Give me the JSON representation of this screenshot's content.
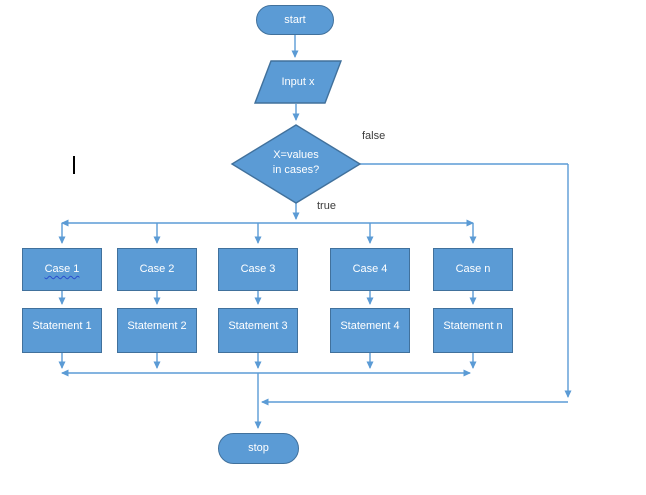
{
  "diagram": {
    "nodes": {
      "start": "start",
      "input": "Input x",
      "decision_line1": "X=values",
      "decision_line2": "in cases?",
      "stop": "stop",
      "cases": [
        "Case  1",
        "Case 2",
        "Case 3",
        "Case 4",
        "Case n"
      ],
      "statements": [
        "Statement 1",
        "Statement 2",
        "Statement 3",
        "Statement 4",
        "Statement n"
      ]
    },
    "edge_labels": {
      "false_label": "false",
      "true_label": "true"
    },
    "colors": {
      "shape_fill": "#5b9bd5",
      "shape_border": "#41719c",
      "connector": "#5b9bd5",
      "node_text": "#ffffff",
      "edge_label_text": "#3b3b3b",
      "squiggle": "#2b4fce"
    }
  }
}
